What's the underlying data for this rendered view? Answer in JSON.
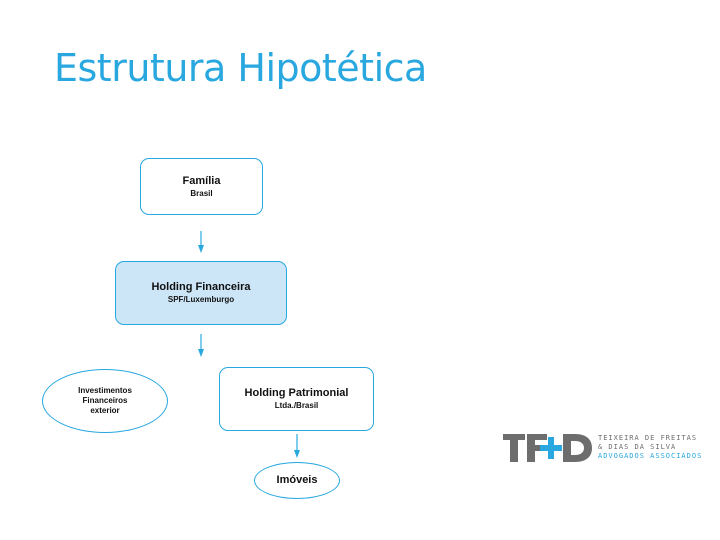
{
  "slide": {
    "title": "Estrutura Hipotética"
  },
  "diagram": {
    "nodes": {
      "familia": {
        "name": "Família",
        "sub": "Brasil"
      },
      "holding_financeira": {
        "name": "Holding Financeira",
        "sub": "SPF/Luxemburgo"
      },
      "investimentos": {
        "lines": [
          "Investimentos",
          "Financeiros",
          "exterior"
        ]
      },
      "holding_patrimonial": {
        "name": "Holding Patrimonial",
        "sub": "Ltda./Brasil"
      },
      "imoveis": {
        "name": "Imóveis"
      }
    },
    "colors": {
      "accent": "#29a8e0",
      "highlight_fill": "#cde6f7"
    }
  },
  "logo": {
    "mark": "TF+D",
    "line1": "TEIXEIRA DE FREITAS",
    "line2": "& DIAS DA SILVA",
    "line3": "ADVOGADOS ASSOCIADOS"
  }
}
